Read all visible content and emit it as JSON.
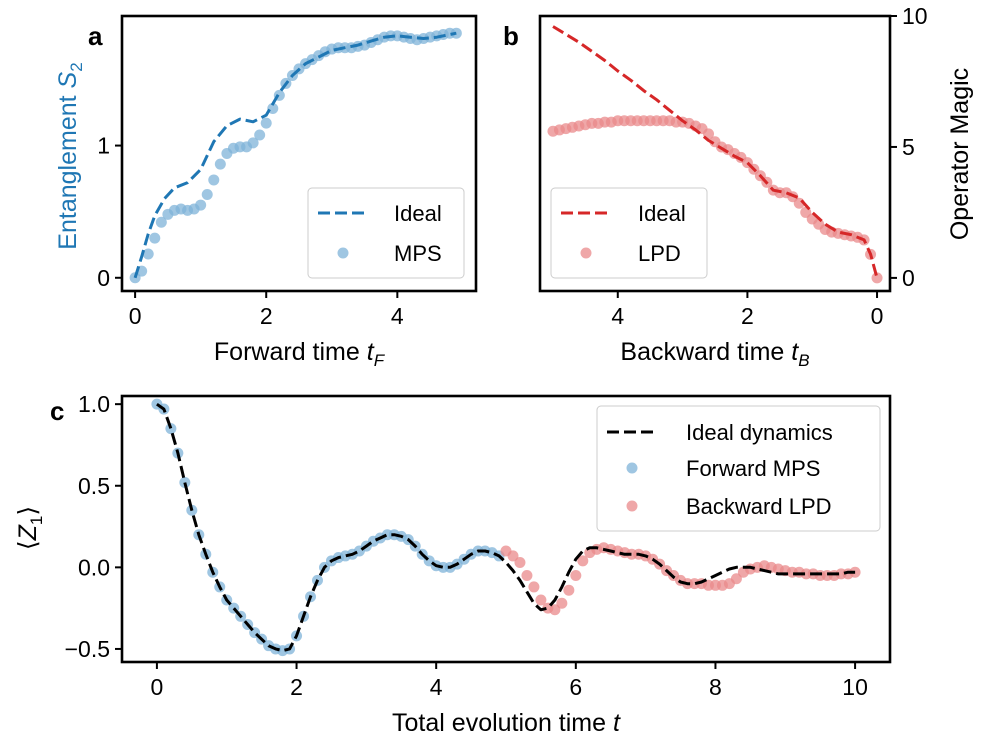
{
  "colors": {
    "blue": "#1f77b4",
    "red": "#d62728",
    "black": "#000000",
    "blue_marker": "#7fb3d8",
    "red_marker": "#ea8a8b"
  },
  "chart_data": [
    {
      "panel_label": "a",
      "type": "line",
      "xlabel": "Forward time",
      "xlabel_var": "t",
      "xlabel_sub": "F",
      "ylabel": "Entanglement",
      "ylabel_var": "S",
      "ylabel_sub": "2",
      "xlim": [
        -0.2,
        5.2
      ],
      "ylim": [
        -0.1,
        1.98
      ],
      "xticks": [
        0,
        2,
        4
      ],
      "yticks": [
        0,
        1
      ],
      "legend_position": "lower-right",
      "series": [
        {
          "name": "Ideal",
          "style": "dashed",
          "color": "#1f77b4",
          "x": [
            0,
            0.1,
            0.2,
            0.3,
            0.45,
            0.6,
            0.8,
            1.0,
            1.2,
            1.4,
            1.6,
            1.8,
            2.0,
            2.2,
            2.4,
            2.6,
            2.8,
            3.0,
            3.2,
            3.4,
            3.6,
            3.8,
            4.0,
            4.2,
            4.4,
            4.6,
            4.8,
            4.9
          ],
          "y": [
            0,
            0.16,
            0.33,
            0.47,
            0.6,
            0.68,
            0.72,
            0.82,
            1.03,
            1.15,
            1.2,
            1.18,
            1.23,
            1.4,
            1.53,
            1.62,
            1.67,
            1.72,
            1.74,
            1.76,
            1.79,
            1.82,
            1.83,
            1.82,
            1.81,
            1.82,
            1.84,
            1.85
          ]
        },
        {
          "name": "MPS",
          "style": "markers",
          "color": "#7fb3d8",
          "x": [
            0,
            0.1,
            0.2,
            0.3,
            0.4,
            0.5,
            0.6,
            0.7,
            0.8,
            0.9,
            1.0,
            1.1,
            1.2,
            1.3,
            1.4,
            1.5,
            1.6,
            1.7,
            1.8,
            1.9,
            2.0,
            2.1,
            2.2,
            2.3,
            2.4,
            2.5,
            2.6,
            2.7,
            2.8,
            2.9,
            3.0,
            3.1,
            3.2,
            3.3,
            3.4,
            3.5,
            3.6,
            3.7,
            3.8,
            3.9,
            4.0,
            4.1,
            4.2,
            4.3,
            4.4,
            4.5,
            4.6,
            4.7,
            4.8,
            4.9
          ],
          "y": [
            0,
            0.05,
            0.18,
            0.3,
            0.42,
            0.48,
            0.51,
            0.52,
            0.51,
            0.52,
            0.55,
            0.63,
            0.74,
            0.86,
            0.94,
            0.98,
            0.99,
            0.99,
            1.02,
            1.08,
            1.17,
            1.28,
            1.38,
            1.47,
            1.53,
            1.58,
            1.62,
            1.65,
            1.68,
            1.71,
            1.73,
            1.74,
            1.74,
            1.74,
            1.75,
            1.76,
            1.78,
            1.8,
            1.82,
            1.83,
            1.83,
            1.82,
            1.81,
            1.8,
            1.81,
            1.82,
            1.83,
            1.84,
            1.85,
            1.85
          ]
        }
      ]
    },
    {
      "panel_label": "b",
      "type": "line",
      "xlabel": "Backward time",
      "xlabel_var": "t",
      "xlabel_sub": "B",
      "ylabel": "Operator Magic",
      "xlim": [
        5.2,
        -0.2
      ],
      "ylim": [
        -0.5,
        10.0
      ],
      "xticks": [
        4,
        2,
        0
      ],
      "yticks": [
        0,
        5,
        10
      ],
      "y_axis_side": "right",
      "legend_position": "lower-left",
      "series": [
        {
          "name": "Ideal",
          "style": "dashed",
          "color": "#d62728",
          "x": [
            5.0,
            4.8,
            4.6,
            4.4,
            4.2,
            4.0,
            3.8,
            3.6,
            3.4,
            3.2,
            3.0,
            2.8,
            2.6,
            2.4,
            2.2,
            2.0,
            1.8,
            1.6,
            1.4,
            1.2,
            1.0,
            0.8,
            0.6,
            0.4,
            0.2,
            0.1,
            0.0
          ],
          "y": [
            9.6,
            9.3,
            9.0,
            8.65,
            8.3,
            7.9,
            7.55,
            7.15,
            6.8,
            6.4,
            6.0,
            5.65,
            5.25,
            4.95,
            4.65,
            4.4,
            3.9,
            3.35,
            3.25,
            3.05,
            2.5,
            2.05,
            1.75,
            1.65,
            1.45,
            0.9,
            0.0
          ]
        },
        {
          "name": "LPD",
          "style": "markers",
          "color": "#ea8a8b",
          "x": [
            5.0,
            4.9,
            4.8,
            4.7,
            4.6,
            4.5,
            4.4,
            4.3,
            4.2,
            4.1,
            4.0,
            3.9,
            3.8,
            3.7,
            3.6,
            3.5,
            3.4,
            3.3,
            3.2,
            3.1,
            3.0,
            2.9,
            2.8,
            2.7,
            2.6,
            2.5,
            2.4,
            2.3,
            2.2,
            2.1,
            2.0,
            1.9,
            1.8,
            1.7,
            1.6,
            1.5,
            1.4,
            1.3,
            1.2,
            1.1,
            1.0,
            0.9,
            0.8,
            0.7,
            0.6,
            0.5,
            0.4,
            0.3,
            0.2,
            0.1,
            0.0
          ],
          "y": [
            5.6,
            5.65,
            5.7,
            5.75,
            5.8,
            5.85,
            5.9,
            5.9,
            5.95,
            5.95,
            6.0,
            6.0,
            6.0,
            6.0,
            6.0,
            6.0,
            6.0,
            6.0,
            6.0,
            5.95,
            5.95,
            5.9,
            5.8,
            5.7,
            5.5,
            5.2,
            5.0,
            4.9,
            4.75,
            4.6,
            4.4,
            4.15,
            3.9,
            3.65,
            3.35,
            3.25,
            3.25,
            3.1,
            2.85,
            2.5,
            2.25,
            2.05,
            1.85,
            1.75,
            1.7,
            1.65,
            1.6,
            1.55,
            1.45,
            0.9,
            0.0
          ]
        }
      ]
    },
    {
      "panel_label": "c",
      "type": "line",
      "xlabel": "Total evolution time",
      "xlabel_var": "t",
      "ylabel_var": "Z",
      "ylabel_sub": "1",
      "xlim": [
        -0.5,
        10.5
      ],
      "ylim": [
        -0.58,
        1.05
      ],
      "xticks": [
        0,
        2,
        4,
        6,
        8,
        10
      ],
      "yticks": [
        -0.5,
        0.0,
        0.5,
        1.0
      ],
      "ytick_labels": [
        "−0.5",
        "0.0",
        "0.5",
        "1.0"
      ],
      "legend_position": "top-right",
      "series": [
        {
          "name": "Ideal dynamics",
          "style": "dashed",
          "color": "#000000",
          "x": [
            0,
            0.1,
            0.2,
            0.3,
            0.4,
            0.5,
            0.6,
            0.7,
            0.8,
            0.9,
            1.0,
            1.1,
            1.2,
            1.3,
            1.4,
            1.5,
            1.6,
            1.7,
            1.8,
            1.9,
            2.0,
            2.1,
            2.2,
            2.3,
            2.4,
            2.5,
            2.6,
            2.7,
            2.8,
            2.9,
            3.0,
            3.1,
            3.2,
            3.3,
            3.4,
            3.5,
            3.6,
            3.7,
            3.8,
            3.9,
            4.0,
            4.1,
            4.2,
            4.3,
            4.4,
            4.5,
            4.6,
            4.7,
            4.8,
            4.9,
            5.0,
            5.1,
            5.2,
            5.3,
            5.4,
            5.5,
            5.6,
            5.7,
            5.8,
            5.9,
            6.0,
            6.1,
            6.2,
            6.3,
            6.4,
            6.5,
            6.6,
            6.7,
            6.8,
            6.9,
            7.0,
            7.1,
            7.2,
            7.3,
            7.4,
            7.5,
            7.6,
            7.7,
            7.8,
            7.9,
            8.0,
            8.1,
            8.2,
            8.3,
            8.4,
            8.5,
            8.6,
            8.7,
            8.8,
            8.9,
            9.0,
            9.1,
            9.2,
            9.3,
            9.4,
            9.5,
            9.6,
            9.7,
            9.8,
            9.9,
            10.0
          ],
          "y": [
            1.0,
            0.97,
            0.85,
            0.7,
            0.52,
            0.35,
            0.2,
            0.08,
            -0.03,
            -0.12,
            -0.2,
            -0.25,
            -0.3,
            -0.35,
            -0.4,
            -0.44,
            -0.48,
            -0.5,
            -0.51,
            -0.5,
            -0.42,
            -0.3,
            -0.18,
            -0.08,
            0.0,
            0.04,
            0.06,
            0.07,
            0.08,
            0.1,
            0.13,
            0.16,
            0.18,
            0.2,
            0.2,
            0.19,
            0.17,
            0.13,
            0.08,
            0.04,
            0.01,
            0.0,
            0.0,
            0.02,
            0.05,
            0.08,
            0.1,
            0.1,
            0.09,
            0.07,
            0.03,
            -0.02,
            -0.08,
            -0.15,
            -0.22,
            -0.26,
            -0.25,
            -0.2,
            -0.12,
            -0.03,
            0.05,
            0.1,
            0.12,
            0.12,
            0.11,
            0.1,
            0.09,
            0.08,
            0.08,
            0.08,
            0.07,
            0.05,
            0.02,
            -0.02,
            -0.06,
            -0.09,
            -0.1,
            -0.1,
            -0.09,
            -0.07,
            -0.05,
            -0.03,
            -0.01,
            0.0,
            0.0,
            0.0,
            -0.01,
            -0.02,
            -0.03,
            -0.04,
            -0.04,
            -0.04,
            -0.04,
            -0.04,
            -0.04,
            -0.04,
            -0.04,
            -0.04,
            -0.04,
            -0.03,
            -0.03
          ]
        },
        {
          "name": "Forward MPS",
          "style": "markers",
          "color": "#7fb3d8",
          "x": [
            0,
            0.1,
            0.2,
            0.3,
            0.4,
            0.5,
            0.6,
            0.7,
            0.8,
            0.9,
            1.0,
            1.1,
            1.2,
            1.3,
            1.4,
            1.5,
            1.6,
            1.7,
            1.8,
            1.9,
            2.0,
            2.1,
            2.2,
            2.3,
            2.4,
            2.5,
            2.6,
            2.7,
            2.8,
            2.9,
            3.0,
            3.1,
            3.2,
            3.3,
            3.4,
            3.5,
            3.6,
            3.7,
            3.8,
            3.9,
            4.0,
            4.1,
            4.2,
            4.3,
            4.4,
            4.5,
            4.6,
            4.7,
            4.8,
            4.9
          ],
          "y": [
            1.0,
            0.97,
            0.85,
            0.7,
            0.52,
            0.35,
            0.2,
            0.08,
            -0.03,
            -0.12,
            -0.2,
            -0.25,
            -0.3,
            -0.35,
            -0.4,
            -0.44,
            -0.48,
            -0.5,
            -0.51,
            -0.5,
            -0.42,
            -0.3,
            -0.18,
            -0.08,
            0.0,
            0.04,
            0.06,
            0.07,
            0.08,
            0.1,
            0.13,
            0.16,
            0.18,
            0.2,
            0.2,
            0.19,
            0.17,
            0.13,
            0.08,
            0.04,
            0.01,
            0.0,
            0.0,
            0.02,
            0.05,
            0.08,
            0.1,
            0.1,
            0.09,
            0.07
          ]
        },
        {
          "name": "Backward LPD",
          "style": "markers",
          "color": "#ea8a8b",
          "x": [
            5.0,
            5.1,
            5.2,
            5.3,
            5.4,
            5.5,
            5.6,
            5.7,
            5.8,
            5.9,
            6.0,
            6.1,
            6.2,
            6.3,
            6.4,
            6.5,
            6.6,
            6.7,
            6.8,
            6.9,
            7.0,
            7.1,
            7.2,
            7.3,
            7.4,
            7.5,
            7.6,
            7.7,
            7.8,
            7.9,
            8.0,
            8.1,
            8.2,
            8.3,
            8.4,
            8.5,
            8.6,
            8.7,
            8.8,
            8.9,
            9.0,
            9.1,
            9.2,
            9.3,
            9.4,
            9.5,
            9.6,
            9.7,
            9.8,
            9.9,
            10.0
          ],
          "y": [
            0.1,
            0.07,
            0.03,
            -0.05,
            -0.12,
            -0.2,
            -0.25,
            -0.26,
            -0.22,
            -0.14,
            -0.05,
            0.04,
            0.09,
            0.11,
            0.12,
            0.11,
            0.1,
            0.09,
            0.08,
            0.08,
            0.07,
            0.05,
            0.02,
            -0.02,
            -0.05,
            -0.08,
            -0.1,
            -0.1,
            -0.1,
            -0.11,
            -0.11,
            -0.11,
            -0.1,
            -0.07,
            -0.03,
            -0.01,
            0.0,
            0.01,
            0.0,
            -0.01,
            -0.02,
            -0.03,
            -0.03,
            -0.04,
            -0.04,
            -0.05,
            -0.05,
            -0.05,
            -0.04,
            -0.04,
            -0.03
          ]
        }
      ]
    }
  ]
}
